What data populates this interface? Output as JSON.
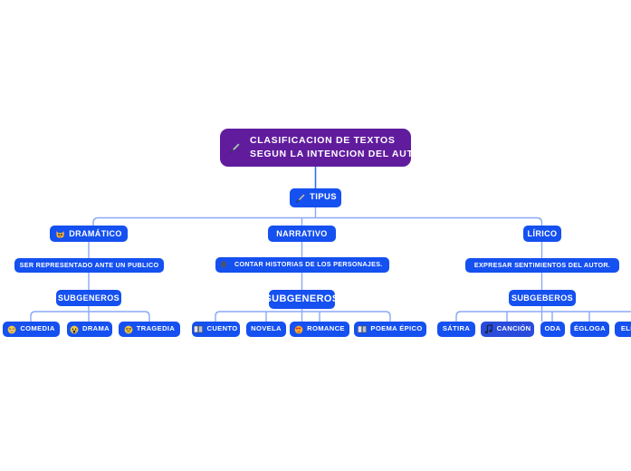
{
  "diagram": {
    "type": "mind-map",
    "background": "#ffffff",
    "root_color": "#611c9e",
    "node_color": "#1550f0",
    "node_color_alt": "#2a4cdc",
    "connector_color": "#8aa8f5",
    "text_color": "#ffffff"
  },
  "root": {
    "label": "CLASIFICACION DE TEXTOS SEGUN LA INTENCION DEL AUTOR",
    "line1": "CLASIFICACION DE TEXTOS",
    "line2": "SEGUN LA INTENCION DEL AUTOR",
    "icon": "paintbrush-icon"
  },
  "level1": {
    "label": "TIPUS",
    "icon": "paintbrush-icon"
  },
  "branches": [
    {
      "id": "dramatico",
      "head": {
        "label": "DRAMÁTICO",
        "icon": "cat-face-icon"
      },
      "description": {
        "label": "SER REPRESENTADO ANTE UN PUBLICO",
        "icon": "none"
      },
      "subheader": {
        "label": "SUBGENEROS"
      },
      "leaves": [
        {
          "label": "COMEDIA",
          "icon": "grinning-squinting-face-icon"
        },
        {
          "label": "DRAMA",
          "icon": "loudly-crying-face-icon"
        },
        {
          "label": "TRAGEDIA",
          "icon": "pensive-face-icon"
        }
      ]
    },
    {
      "id": "narrativo",
      "head": {
        "label": "NARRATIVO",
        "icon": "none"
      },
      "description": {
        "label": "CONTAR  HISTORIAS DE LOS PERSONAJES.",
        "icon": "thought-bubble-icon"
      },
      "subheader": {
        "label": "SUBGENEROS"
      },
      "leaves": [
        {
          "label": "CUENTO",
          "icon": "open-book-icon"
        },
        {
          "label": "NOVELA",
          "icon": "none"
        },
        {
          "label": "ROMANCE",
          "icon": "smiling-face-with-hearts-icon"
        },
        {
          "label": "POEMA ÉPICO",
          "icon": "open-book-icon"
        }
      ]
    },
    {
      "id": "lirico",
      "head": {
        "label": "LÍRICO",
        "icon": "none"
      },
      "description": {
        "label": "EXPRESAR SENTIMIENTOS DEL AUTOR.",
        "icon": "none"
      },
      "subheader": {
        "label": "SUBGEBEROS"
      },
      "leaves": [
        {
          "label": "SÁTIRA",
          "icon": "none"
        },
        {
          "label": "CANCIÓN",
          "icon": "musical-note-icon"
        },
        {
          "label": "ODA",
          "icon": "none"
        },
        {
          "label": "ÉGLOGA",
          "icon": "none"
        },
        {
          "label": "ELEGÍA",
          "icon": "none"
        }
      ]
    }
  ]
}
